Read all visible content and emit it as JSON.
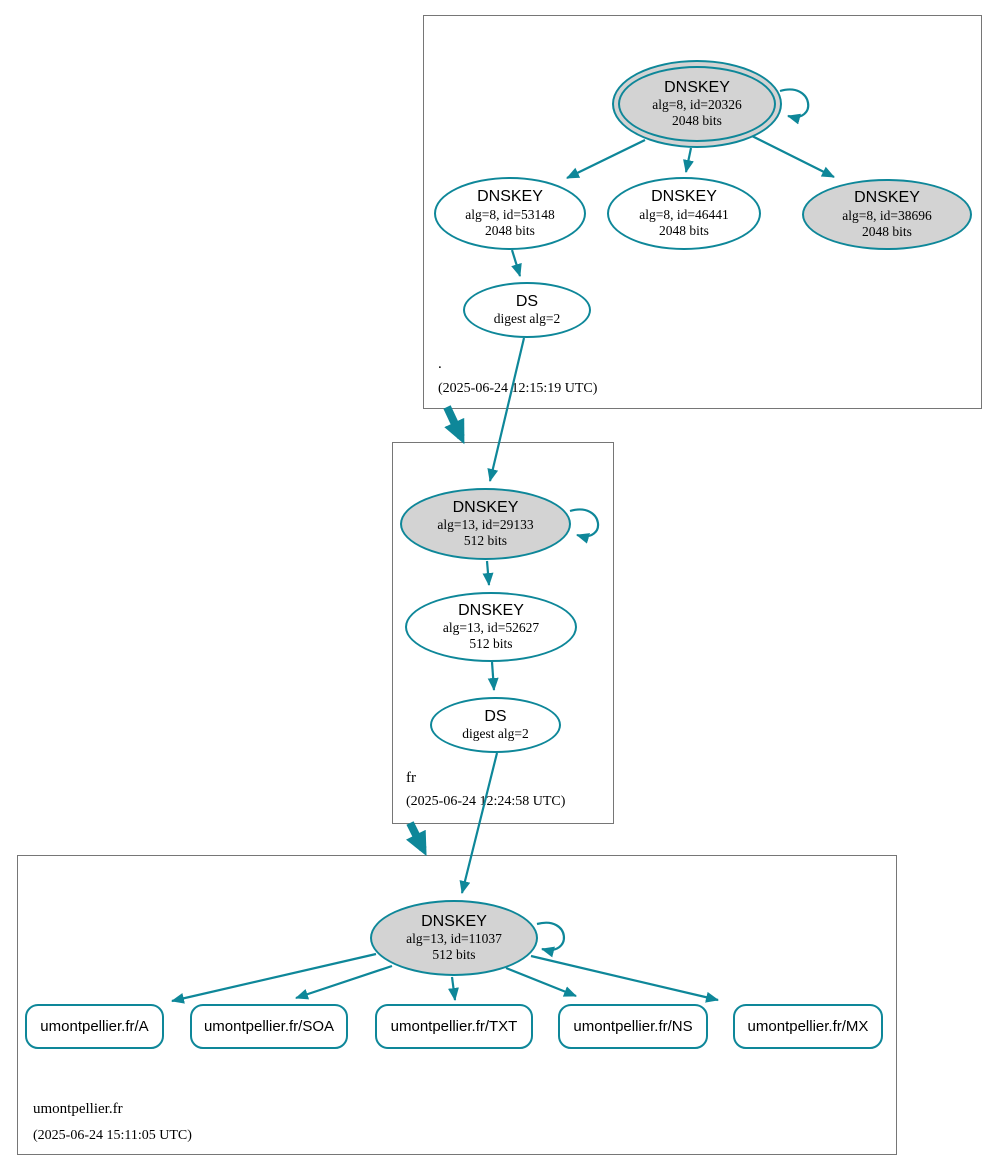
{
  "colors": {
    "secure_teal": "#0e8799",
    "node_fill_gray": "#d3d3d3",
    "node_fill_white": "#ffffff",
    "zone_box_border": "#767676",
    "text": "#000000"
  },
  "zones": {
    "root": {
      "name": ".",
      "timestamp": "(2025-06-24 12:15:19 UTC)",
      "ksk": {
        "title": "DNSKEY",
        "line2": "alg=8, id=20326",
        "line3": "2048 bits"
      },
      "zsk1": {
        "title": "DNSKEY",
        "line2": "alg=8, id=53148",
        "line3": "2048 bits"
      },
      "zsk2": {
        "title": "DNSKEY",
        "line2": "alg=8, id=46441",
        "line3": "2048 bits"
      },
      "zsk3": {
        "title": "DNSKEY",
        "line2": "alg=8, id=38696",
        "line3": "2048 bits"
      },
      "ds": {
        "title": "DS",
        "line2": "digest alg=2"
      }
    },
    "fr": {
      "name": "fr",
      "timestamp": "(2025-06-24 12:24:58 UTC)",
      "ksk": {
        "title": "DNSKEY",
        "line2": "alg=13, id=29133",
        "line3": "512 bits"
      },
      "zsk": {
        "title": "DNSKEY",
        "line2": "alg=13, id=52627",
        "line3": "512 bits"
      },
      "ds": {
        "title": "DS",
        "line2": "digest alg=2"
      }
    },
    "umontpellier": {
      "name": "umontpellier.fr",
      "timestamp": "(2025-06-24 15:11:05 UTC)",
      "ksk": {
        "title": "DNSKEY",
        "line2": "alg=13, id=11037",
        "line3": "512 bits"
      },
      "rrsets": [
        "umontpellier.fr/A",
        "umontpellier.fr/SOA",
        "umontpellier.fr/TXT",
        "umontpellier.fr/NS",
        "umontpellier.fr/MX"
      ]
    }
  }
}
